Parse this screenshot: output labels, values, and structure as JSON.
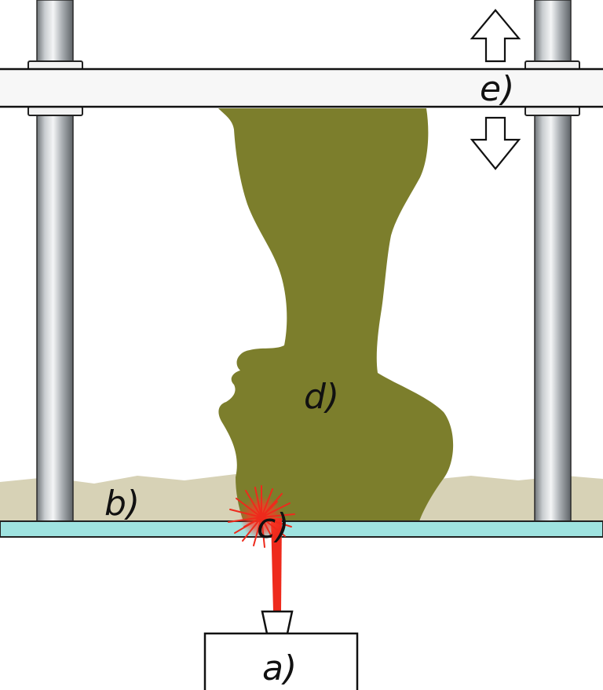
{
  "labels": {
    "a": "a)",
    "b": "b)",
    "c": "c)",
    "d": "d)",
    "e": "e)"
  },
  "colors": {
    "background": "#ffffff",
    "rod": "#b8bcc0",
    "platform": "#f7f7f7",
    "object": "#7c7e2c",
    "powder": "#d7d2b6",
    "glass": "#9fe3e0",
    "laser": "#ee2a1c",
    "outline": "#111111"
  },
  "icons": {
    "up": "arrow-up-icon",
    "down": "arrow-down-icon",
    "spark": "laser-spark-icon"
  }
}
